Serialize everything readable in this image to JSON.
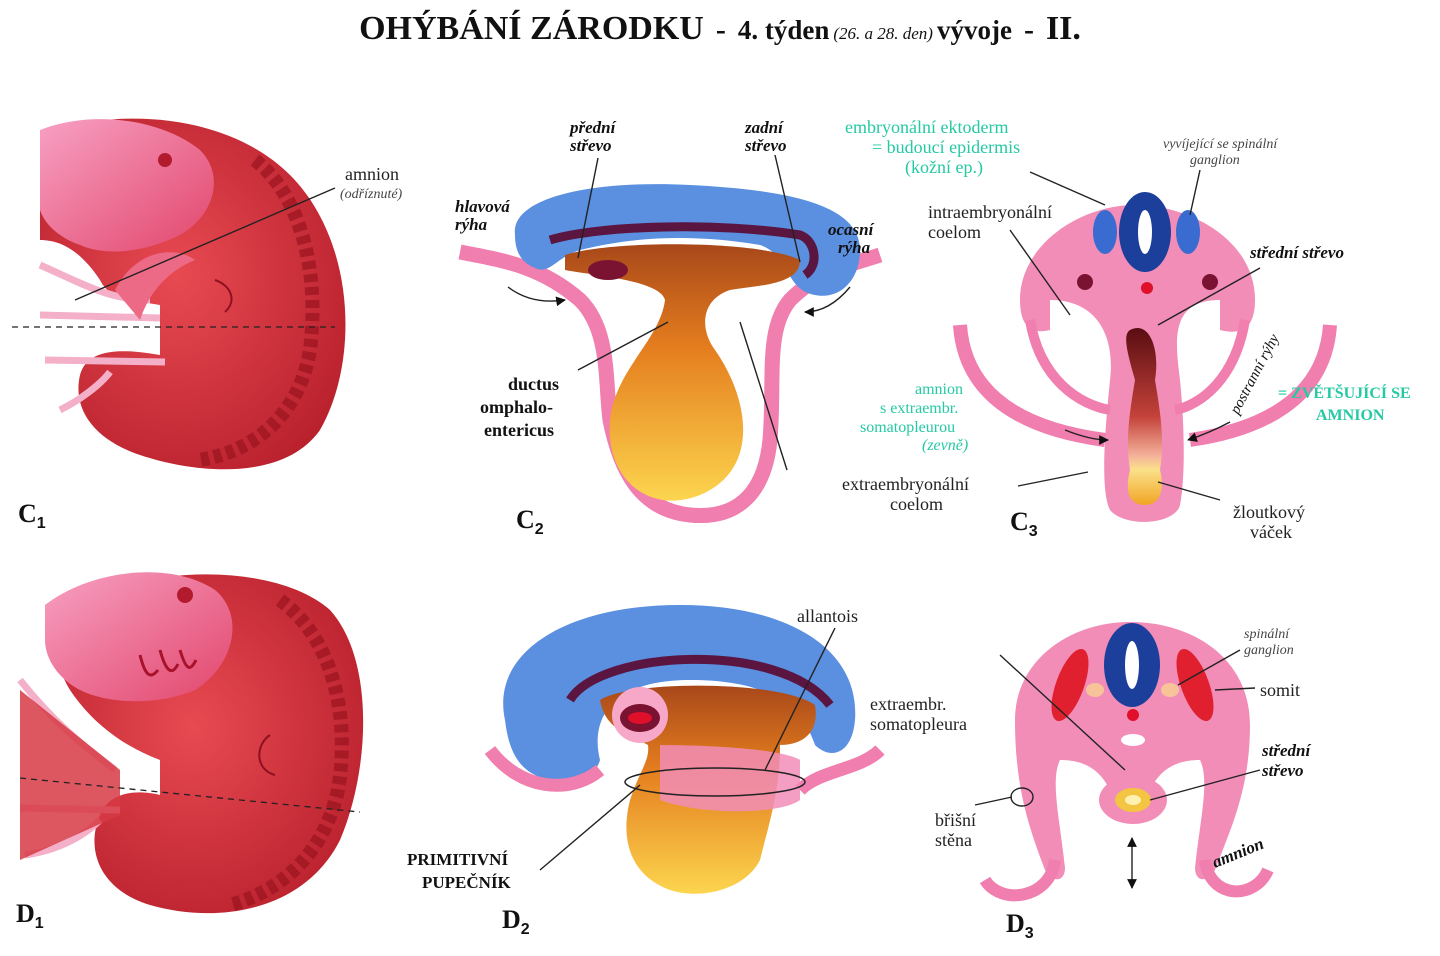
{
  "title": {
    "main": "OHÝBÁNÍ ZÁRODKU",
    "dash1": "-",
    "week": "4. týden",
    "days": "(26. a 28. den)",
    "development": "vývoje",
    "dash2": "-",
    "part": "II."
  },
  "panels": {
    "c1": {
      "letter": "C",
      "sub": "1"
    },
    "c2": {
      "letter": "C",
      "sub": "2"
    },
    "c3": {
      "letter": "C",
      "sub": "3"
    },
    "d1": {
      "letter": "D",
      "sub": "1"
    },
    "d2": {
      "letter": "D",
      "sub": "2"
    },
    "d3": {
      "letter": "D",
      "sub": "3"
    }
  },
  "labels": {
    "amnion": "amnion",
    "amnion_cut": "(odříznuté)",
    "head_fold": [
      "hlavová",
      "rýha"
    ],
    "foregut": [
      "přední",
      "střevo"
    ],
    "hindgut": [
      "zadní",
      "střevo"
    ],
    "tail_fold": [
      "ocasní",
      "rýha"
    ],
    "ductus": [
      "ductus",
      "omphalo-",
      "entericus"
    ],
    "ectoderm": [
      "embryonální ektoderm",
      "= budoucí epidermis",
      "(kožní ep.)"
    ],
    "spinal_ganglion_developing": [
      "vyvíjející se spinální",
      "ganglion"
    ],
    "intraembryonic_coelom": [
      "intraembryonální",
      "coelom"
    ],
    "midgut_c3": "střední střevo",
    "lateral_folds": "postranní rýhy",
    "amnion_somatopleura": [
      "amnion",
      "s extraembr.",
      "somatopleurou",
      "(zevně)"
    ],
    "enlarging_amnion": [
      "= ZVĚTŠUJÍCÍ SE",
      "AMNION"
    ],
    "extraembryonic_coelom": [
      "extraembryonální",
      "coelom"
    ],
    "yolk_sac": [
      "žloutkový",
      "váček"
    ],
    "allantois": "allantois",
    "extraembr_somatopleura": [
      "extraembr.",
      "somatopleura"
    ],
    "primitive_cord": [
      "PRIMITIVNÍ",
      "PUPEČNÍK"
    ],
    "spinal_ganglion": [
      "spinální",
      "ganglion"
    ],
    "somit": "somit",
    "midgut_d3": [
      "střední",
      "střevo"
    ],
    "belly_wall": [
      "břišní",
      "stěna"
    ],
    "amnion_d3": "amnion"
  },
  "colors": {
    "embryo_red": "#d9343f",
    "embryo_pink": "#f27fb0",
    "ectoderm_blue": "#5b8fe0",
    "neural_navy": "#1c3f9c",
    "gut_dark": "#4a1730",
    "yolk_orange": "#f08a1c",
    "yolk_light": "#fbd34a",
    "teal_text": "#25c9a4"
  }
}
